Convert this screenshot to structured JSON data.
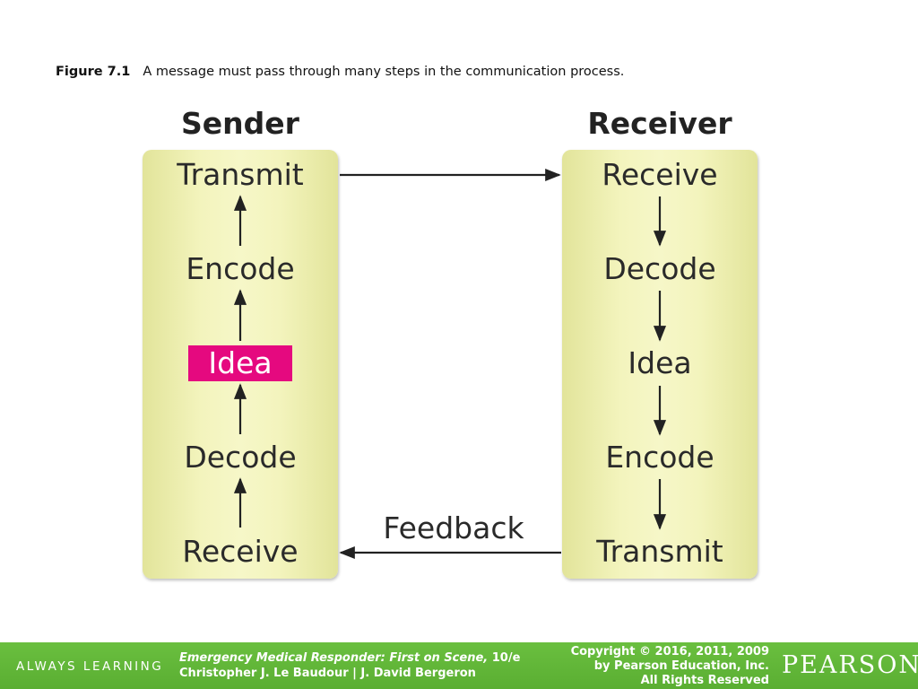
{
  "caption": {
    "label": "Figure 7.1",
    "text": "A message must pass through many steps in the communication process."
  },
  "sender": {
    "title": "Sender",
    "steps": [
      "Transmit",
      "Encode",
      "Idea",
      "Decode",
      "Receive"
    ],
    "highlight_color": "#e5097f"
  },
  "receiver": {
    "title": "Receiver",
    "steps": [
      "Receive",
      "Decode",
      "Idea",
      "Encode",
      "Transmit"
    ]
  },
  "feedback_label": "Feedback",
  "colors": {
    "column_fill": "#f3f4bd",
    "footer_green": "#62b53a",
    "arrow": "#222222"
  },
  "footer": {
    "tagline": "ALWAYS LEARNING",
    "book_title": "Emergency Medical Responder: First on Scene,",
    "book_edition": " 10/e",
    "authors": "Christopher J. Le Baudour | J. David Bergeron",
    "copyright_line1": "Copyright © 2016, 2011, 2009",
    "copyright_line2": "by Pearson Education, Inc.",
    "copyright_line3": "All Rights Reserved",
    "brand": "PEARSON"
  }
}
